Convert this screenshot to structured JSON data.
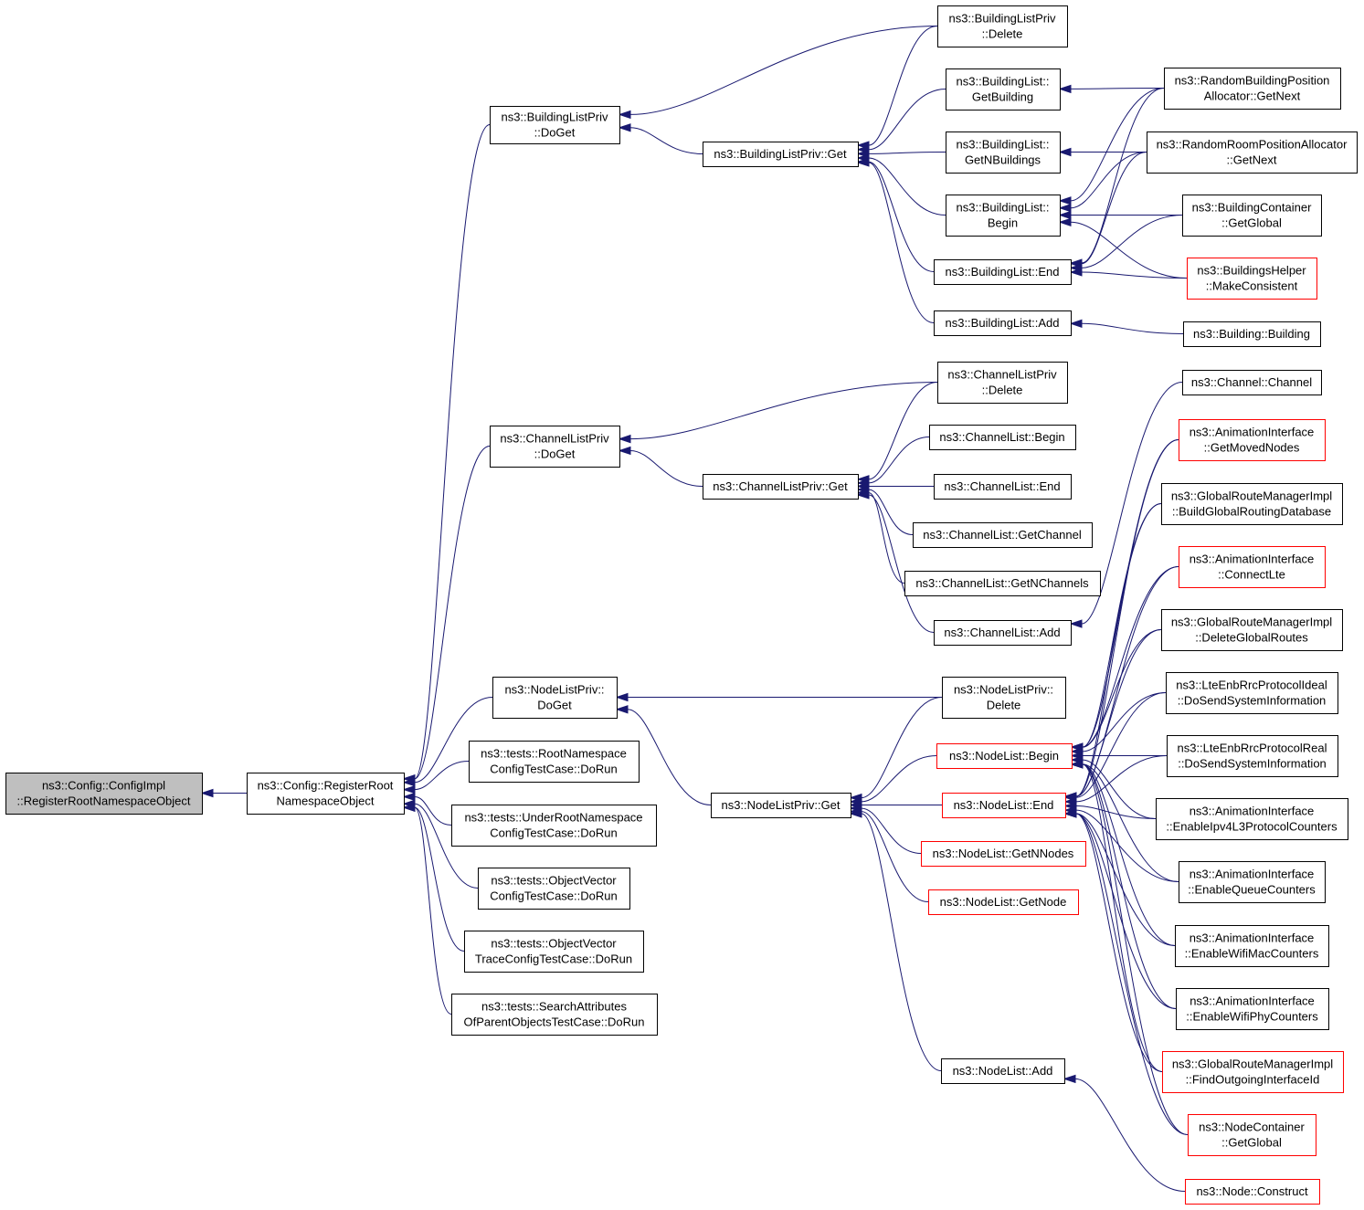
{
  "nodes": [
    {
      "id": "root",
      "lines": [
        "ns3::Config::ConfigImpl",
        "::RegisterRootNamespaceObject"
      ],
      "style": "root"
    },
    {
      "id": "reg",
      "lines": [
        "ns3::Config::RegisterRoot",
        "NamespaceObject"
      ],
      "style": "normal"
    },
    {
      "id": "bldDoGet",
      "lines": [
        "ns3::BuildingListPriv",
        "::DoGet"
      ],
      "style": "normal"
    },
    {
      "id": "chDoGet",
      "lines": [
        "ns3::ChannelListPriv",
        "::DoGet"
      ],
      "style": "normal"
    },
    {
      "id": "nlDoGet",
      "lines": [
        "ns3::NodeListPriv::",
        "DoGet"
      ],
      "style": "normal"
    },
    {
      "id": "t1",
      "lines": [
        "ns3::tests::RootNamespace",
        "ConfigTestCase::DoRun"
      ],
      "style": "normal"
    },
    {
      "id": "t2",
      "lines": [
        "ns3::tests::UnderRootNamespace",
        "ConfigTestCase::DoRun"
      ],
      "style": "normal"
    },
    {
      "id": "t3",
      "lines": [
        "ns3::tests::ObjectVector",
        "ConfigTestCase::DoRun"
      ],
      "style": "normal"
    },
    {
      "id": "t4",
      "lines": [
        "ns3::tests::ObjectVector",
        "TraceConfigTestCase::DoRun"
      ],
      "style": "normal"
    },
    {
      "id": "t5",
      "lines": [
        "ns3::tests::SearchAttributes",
        "OfParentObjectsTestCase::DoRun"
      ],
      "style": "normal"
    },
    {
      "id": "bldGet",
      "lines": [
        "ns3::BuildingListPriv::Get"
      ],
      "style": "normal"
    },
    {
      "id": "chGet",
      "lines": [
        "ns3::ChannelListPriv::Get"
      ],
      "style": "normal"
    },
    {
      "id": "nlGet",
      "lines": [
        "ns3::NodeListPriv::Get"
      ],
      "style": "normal"
    },
    {
      "id": "bldDel",
      "lines": [
        "ns3::BuildingListPriv",
        "::Delete"
      ],
      "style": "normal"
    },
    {
      "id": "blGetB",
      "lines": [
        "ns3::BuildingList::",
        "GetBuilding"
      ],
      "style": "normal"
    },
    {
      "id": "blGetN",
      "lines": [
        "ns3::BuildingList::",
        "GetNBuildings"
      ],
      "style": "normal"
    },
    {
      "id": "blBegin",
      "lines": [
        "ns3::BuildingList::",
        "Begin"
      ],
      "style": "normal"
    },
    {
      "id": "blEnd",
      "lines": [
        "ns3::BuildingList::End"
      ],
      "style": "normal"
    },
    {
      "id": "blAdd",
      "lines": [
        "ns3::BuildingList::Add"
      ],
      "style": "normal"
    },
    {
      "id": "chDel",
      "lines": [
        "ns3::ChannelListPriv",
        "::Delete"
      ],
      "style": "normal"
    },
    {
      "id": "clBegin",
      "lines": [
        "ns3::ChannelList::Begin"
      ],
      "style": "normal"
    },
    {
      "id": "clEnd",
      "lines": [
        "ns3::ChannelList::End"
      ],
      "style": "normal"
    },
    {
      "id": "clGetCh",
      "lines": [
        "ns3::ChannelList::GetChannel"
      ],
      "style": "normal"
    },
    {
      "id": "clGetN",
      "lines": [
        "ns3::ChannelList::GetNChannels"
      ],
      "style": "normal"
    },
    {
      "id": "clAdd",
      "lines": [
        "ns3::ChannelList::Add"
      ],
      "style": "normal"
    },
    {
      "id": "nlDel",
      "lines": [
        "ns3::NodeListPriv::",
        "Delete"
      ],
      "style": "normal"
    },
    {
      "id": "nlBegin",
      "lines": [
        "ns3::NodeList::Begin"
      ],
      "style": "red"
    },
    {
      "id": "nlEnd",
      "lines": [
        "ns3::NodeList::End"
      ],
      "style": "red"
    },
    {
      "id": "nlGetN",
      "lines": [
        "ns3::NodeList::GetNNodes"
      ],
      "style": "red"
    },
    {
      "id": "nlGetNode",
      "lines": [
        "ns3::NodeList::GetNode"
      ],
      "style": "red"
    },
    {
      "id": "nlAdd",
      "lines": [
        "ns3::NodeList::Add"
      ],
      "style": "normal"
    },
    {
      "id": "rbpa",
      "lines": [
        "ns3::RandomBuildingPosition",
        "Allocator::GetNext"
      ],
      "style": "normal"
    },
    {
      "id": "rrpa",
      "lines": [
        "ns3::RandomRoomPositionAllocator",
        "::GetNext"
      ],
      "style": "normal"
    },
    {
      "id": "bcGG",
      "lines": [
        "ns3::BuildingContainer",
        "::GetGlobal"
      ],
      "style": "normal"
    },
    {
      "id": "bhMC",
      "lines": [
        "ns3::BuildingsHelper",
        "::MakeConsistent"
      ],
      "style": "red"
    },
    {
      "id": "bBld",
      "lines": [
        "ns3::Building::Building"
      ],
      "style": "normal"
    },
    {
      "id": "chCh",
      "lines": [
        "ns3::Channel::Channel"
      ],
      "style": "normal"
    },
    {
      "id": "aiMoved",
      "lines": [
        "ns3::AnimationInterface",
        "::GetMovedNodes"
      ],
      "style": "red"
    },
    {
      "id": "grmBuild",
      "lines": [
        "ns3::GlobalRouteManagerImpl",
        "::BuildGlobalRoutingDatabase"
      ],
      "style": "normal"
    },
    {
      "id": "aiLte",
      "lines": [
        "ns3::AnimationInterface",
        "::ConnectLte"
      ],
      "style": "red"
    },
    {
      "id": "grmDel",
      "lines": [
        "ns3::GlobalRouteManagerImpl",
        "::DeleteGlobalRoutes"
      ],
      "style": "normal"
    },
    {
      "id": "lteIdeal",
      "lines": [
        "ns3::LteEnbRrcProtocolIdeal",
        "::DoSendSystemInformation"
      ],
      "style": "normal"
    },
    {
      "id": "lteReal",
      "lines": [
        "ns3::LteEnbRrcProtocolReal",
        "::DoSendSystemInformation"
      ],
      "style": "normal"
    },
    {
      "id": "aiIpv4",
      "lines": [
        "ns3::AnimationInterface",
        "::EnableIpv4L3ProtocolCounters"
      ],
      "style": "normal"
    },
    {
      "id": "aiQueue",
      "lines": [
        "ns3::AnimationInterface",
        "::EnableQueueCounters"
      ],
      "style": "normal"
    },
    {
      "id": "aiWifiMac",
      "lines": [
        "ns3::AnimationInterface",
        "::EnableWifiMacCounters"
      ],
      "style": "normal"
    },
    {
      "id": "aiWifiPhy",
      "lines": [
        "ns3::AnimationInterface",
        "::EnableWifiPhyCounters"
      ],
      "style": "normal"
    },
    {
      "id": "grmFind",
      "lines": [
        "ns3::GlobalRouteManagerImpl",
        "::FindOutgoingInterfaceId"
      ],
      "style": "red"
    },
    {
      "id": "ncGG",
      "lines": [
        "ns3::NodeContainer",
        "::GetGlobal"
      ],
      "style": "red"
    },
    {
      "id": "nodeCons",
      "lines": [
        "ns3::Node::Construct"
      ],
      "style": "red"
    }
  ],
  "edges": [
    [
      "reg",
      "root"
    ],
    [
      "bldDoGet",
      "reg"
    ],
    [
      "chDoGet",
      "reg"
    ],
    [
      "nlDoGet",
      "reg"
    ],
    [
      "t1",
      "reg"
    ],
    [
      "t2",
      "reg"
    ],
    [
      "t3",
      "reg"
    ],
    [
      "t4",
      "reg"
    ],
    [
      "t5",
      "reg"
    ],
    [
      "bldDel",
      "bldDoGet"
    ],
    [
      "bldGet",
      "bldDoGet"
    ],
    [
      "bldDel",
      "bldGet"
    ],
    [
      "blGetB",
      "bldGet"
    ],
    [
      "blGetN",
      "bldGet"
    ],
    [
      "blBegin",
      "bldGet"
    ],
    [
      "blEnd",
      "bldGet"
    ],
    [
      "blAdd",
      "bldGet"
    ],
    [
      "rbpa",
      "blGetB"
    ],
    [
      "rbpa",
      "blBegin"
    ],
    [
      "rbpa",
      "blEnd"
    ],
    [
      "rrpa",
      "blGetN"
    ],
    [
      "rrpa",
      "blBegin"
    ],
    [
      "rrpa",
      "blEnd"
    ],
    [
      "bcGG",
      "blBegin"
    ],
    [
      "bcGG",
      "blEnd"
    ],
    [
      "bhMC",
      "blBegin"
    ],
    [
      "bhMC",
      "blEnd"
    ],
    [
      "bBld",
      "blAdd"
    ],
    [
      "chDel",
      "chDoGet"
    ],
    [
      "chGet",
      "chDoGet"
    ],
    [
      "chDel",
      "chGet"
    ],
    [
      "clBegin",
      "chGet"
    ],
    [
      "clEnd",
      "chGet"
    ],
    [
      "clGetCh",
      "chGet"
    ],
    [
      "clGetN",
      "chGet"
    ],
    [
      "clAdd",
      "chGet"
    ],
    [
      "chCh",
      "clAdd"
    ],
    [
      "nlDel",
      "nlDoGet"
    ],
    [
      "nlGet",
      "nlDoGet"
    ],
    [
      "nlDel",
      "nlGet"
    ],
    [
      "nlBegin",
      "nlGet"
    ],
    [
      "nlEnd",
      "nlGet"
    ],
    [
      "nlGetN",
      "nlGet"
    ],
    [
      "nlGetNode",
      "nlGet"
    ],
    [
      "nlAdd",
      "nlGet"
    ],
    [
      "nodeCons",
      "nlAdd"
    ],
    [
      "aiMoved",
      "nlBegin"
    ],
    [
      "aiMoved",
      "nlEnd"
    ],
    [
      "grmBuild",
      "nlBegin"
    ],
    [
      "grmBuild",
      "nlEnd"
    ],
    [
      "aiLte",
      "nlBegin"
    ],
    [
      "aiLte",
      "nlEnd"
    ],
    [
      "grmDel",
      "nlBegin"
    ],
    [
      "grmDel",
      "nlEnd"
    ],
    [
      "lteIdeal",
      "nlBegin"
    ],
    [
      "lteIdeal",
      "nlEnd"
    ],
    [
      "lteReal",
      "nlBegin"
    ],
    [
      "lteReal",
      "nlEnd"
    ],
    [
      "aiIpv4",
      "nlBegin"
    ],
    [
      "aiIpv4",
      "nlEnd"
    ],
    [
      "aiQueue",
      "nlBegin"
    ],
    [
      "aiQueue",
      "nlEnd"
    ],
    [
      "aiWifiMac",
      "nlBegin"
    ],
    [
      "aiWifiMac",
      "nlEnd"
    ],
    [
      "aiWifiPhy",
      "nlBegin"
    ],
    [
      "aiWifiPhy",
      "nlEnd"
    ],
    [
      "grmFind",
      "nlBegin"
    ],
    [
      "grmFind",
      "nlEnd"
    ],
    [
      "ncGG",
      "nlBegin"
    ],
    [
      "ncGG",
      "nlEnd"
    ]
  ]
}
